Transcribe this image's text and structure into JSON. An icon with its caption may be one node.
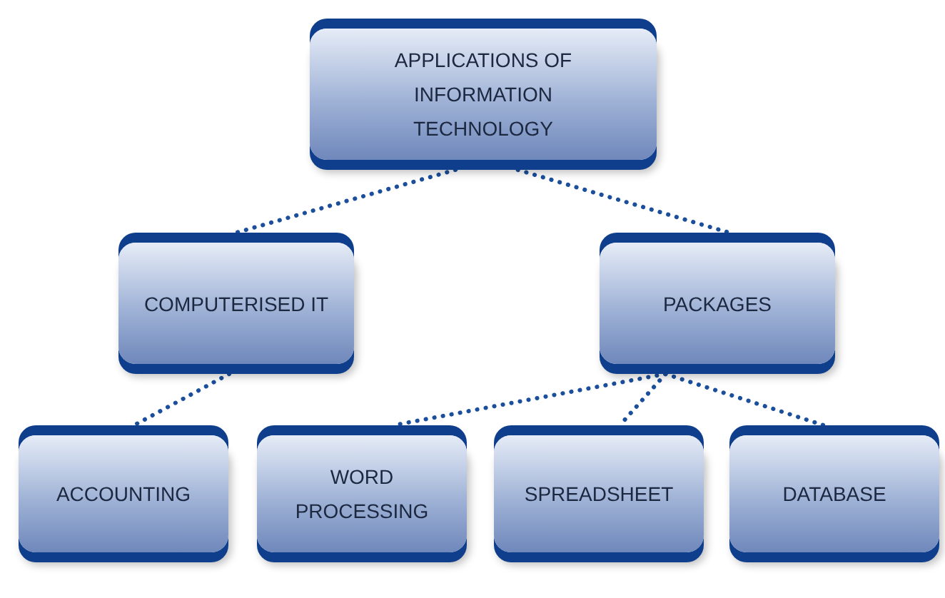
{
  "diagram": {
    "nodes": [
      {
        "text": [
          "APPLICATIONS OF INFORMATION TECHNOLOGY"
        ]
      },
      {
        "text": [
          "COMPUTERISED IT"
        ]
      },
      {
        "text": [
          "PACKAGES"
        ]
      },
      {
        "text": [
          "ACCOUNTING"
        ]
      },
      {
        "text": [
          "WORD PROCESSING"
        ]
      },
      {
        "text": [
          "SPREADSHEET"
        ]
      },
      {
        "text": [
          "DATABASE"
        ]
      }
    ],
    "edges": [
      {
        "from": 0,
        "to": 1,
        "arrow": "none"
      },
      {
        "from": 0,
        "to": 2,
        "arrow": "none"
      },
      {
        "from": 1,
        "to": 3,
        "arrow": "none"
      },
      {
        "from": 2,
        "to": 4,
        "arrow": "none"
      },
      {
        "from": 2,
        "to": 5,
        "arrow": "none"
      },
      {
        "from": 2,
        "to": 6,
        "arrow": "none"
      }
    ]
  }
}
